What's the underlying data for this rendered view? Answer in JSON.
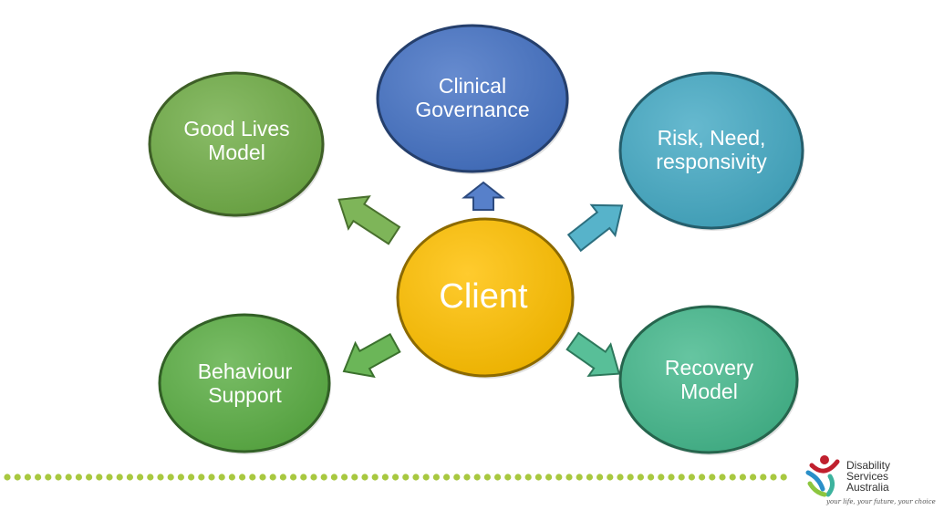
{
  "diagram": {
    "center": {
      "label": "Client",
      "color": "#FFC000"
    },
    "nodes": [
      {
        "id": "good-lives-model",
        "label": "Good Lives\nModel",
        "color": "#70AD47"
      },
      {
        "id": "clinical-governance",
        "label": "Clinical\nGovernance",
        "color": "#4472C4"
      },
      {
        "id": "risk-need-responsivity",
        "label": "Risk, Need,\nresponsivity",
        "color": "#44AAC4"
      },
      {
        "id": "behaviour-support",
        "label": "Behaviour\nSupport",
        "color": "#5BAE45"
      },
      {
        "id": "recovery-model",
        "label": "Recovery\nModel",
        "color": "#45B88C"
      }
    ],
    "arrow_colors": {
      "good-lives-model": "#70AD47",
      "clinical-governance": "#4472C4",
      "risk-need-responsivity": "#44AAC4",
      "behaviour-support": "#5BAE45",
      "recovery-model": "#45B88C"
    },
    "dot_color": "#A8C840"
  },
  "logo": {
    "name": "Disability\nServices\nAustralia",
    "tagline": "your life, your future, your choice",
    "colors": {
      "red": "#C0202E",
      "blue": "#2A8FC8",
      "teal": "#3DB39E",
      "green": "#8CC63F"
    }
  }
}
